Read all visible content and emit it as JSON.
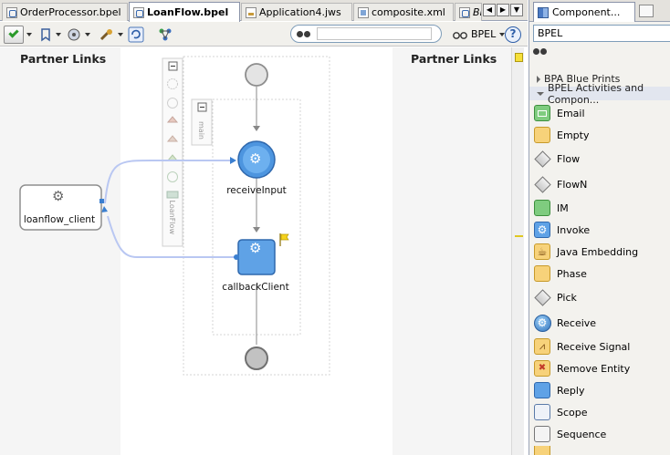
{
  "editor_tabs": [
    {
      "label": "OrderProcessor.bpel",
      "icon": "bpel-file-icon"
    },
    {
      "label": "LoanFlow.bpel",
      "icon": "bpel-file-icon",
      "active": true
    },
    {
      "label": "Application4.jws",
      "icon": "jws-file-icon"
    },
    {
      "label": "composite.xml",
      "icon": "xml-file-icon"
    },
    {
      "label": "Bl",
      "icon": "bpel-file-icon"
    }
  ],
  "toolbar": {
    "search_placeholder": "",
    "bpel_menu_label": "BPEL",
    "help_label": "?"
  },
  "canvas": {
    "left_title": "Partner Links",
    "right_title": "Partner Links",
    "partner_link": "loanflow_client",
    "activities": [
      "receiveInput",
      "callbackClient"
    ],
    "scope_label": "main",
    "process_label": "LoanFlow"
  },
  "palette": {
    "tab_label": "Component...",
    "selected_page": "BPEL",
    "categories": [
      "BPA Blue Prints",
      "BPEL Activities and Compon..."
    ],
    "items": [
      "Email",
      "Empty",
      "Flow",
      "FlowN",
      "IM",
      "Invoke",
      "Java Embedding",
      "Phase",
      "Pick",
      "Receive",
      "Receive Signal",
      "Remove Entity",
      "Reply",
      "Scope",
      "Sequence"
    ]
  },
  "colors": {
    "accent_blue": "#3a7fd0",
    "link_line": "#b6c4f0",
    "flag_yellow": "#f5d21c"
  }
}
